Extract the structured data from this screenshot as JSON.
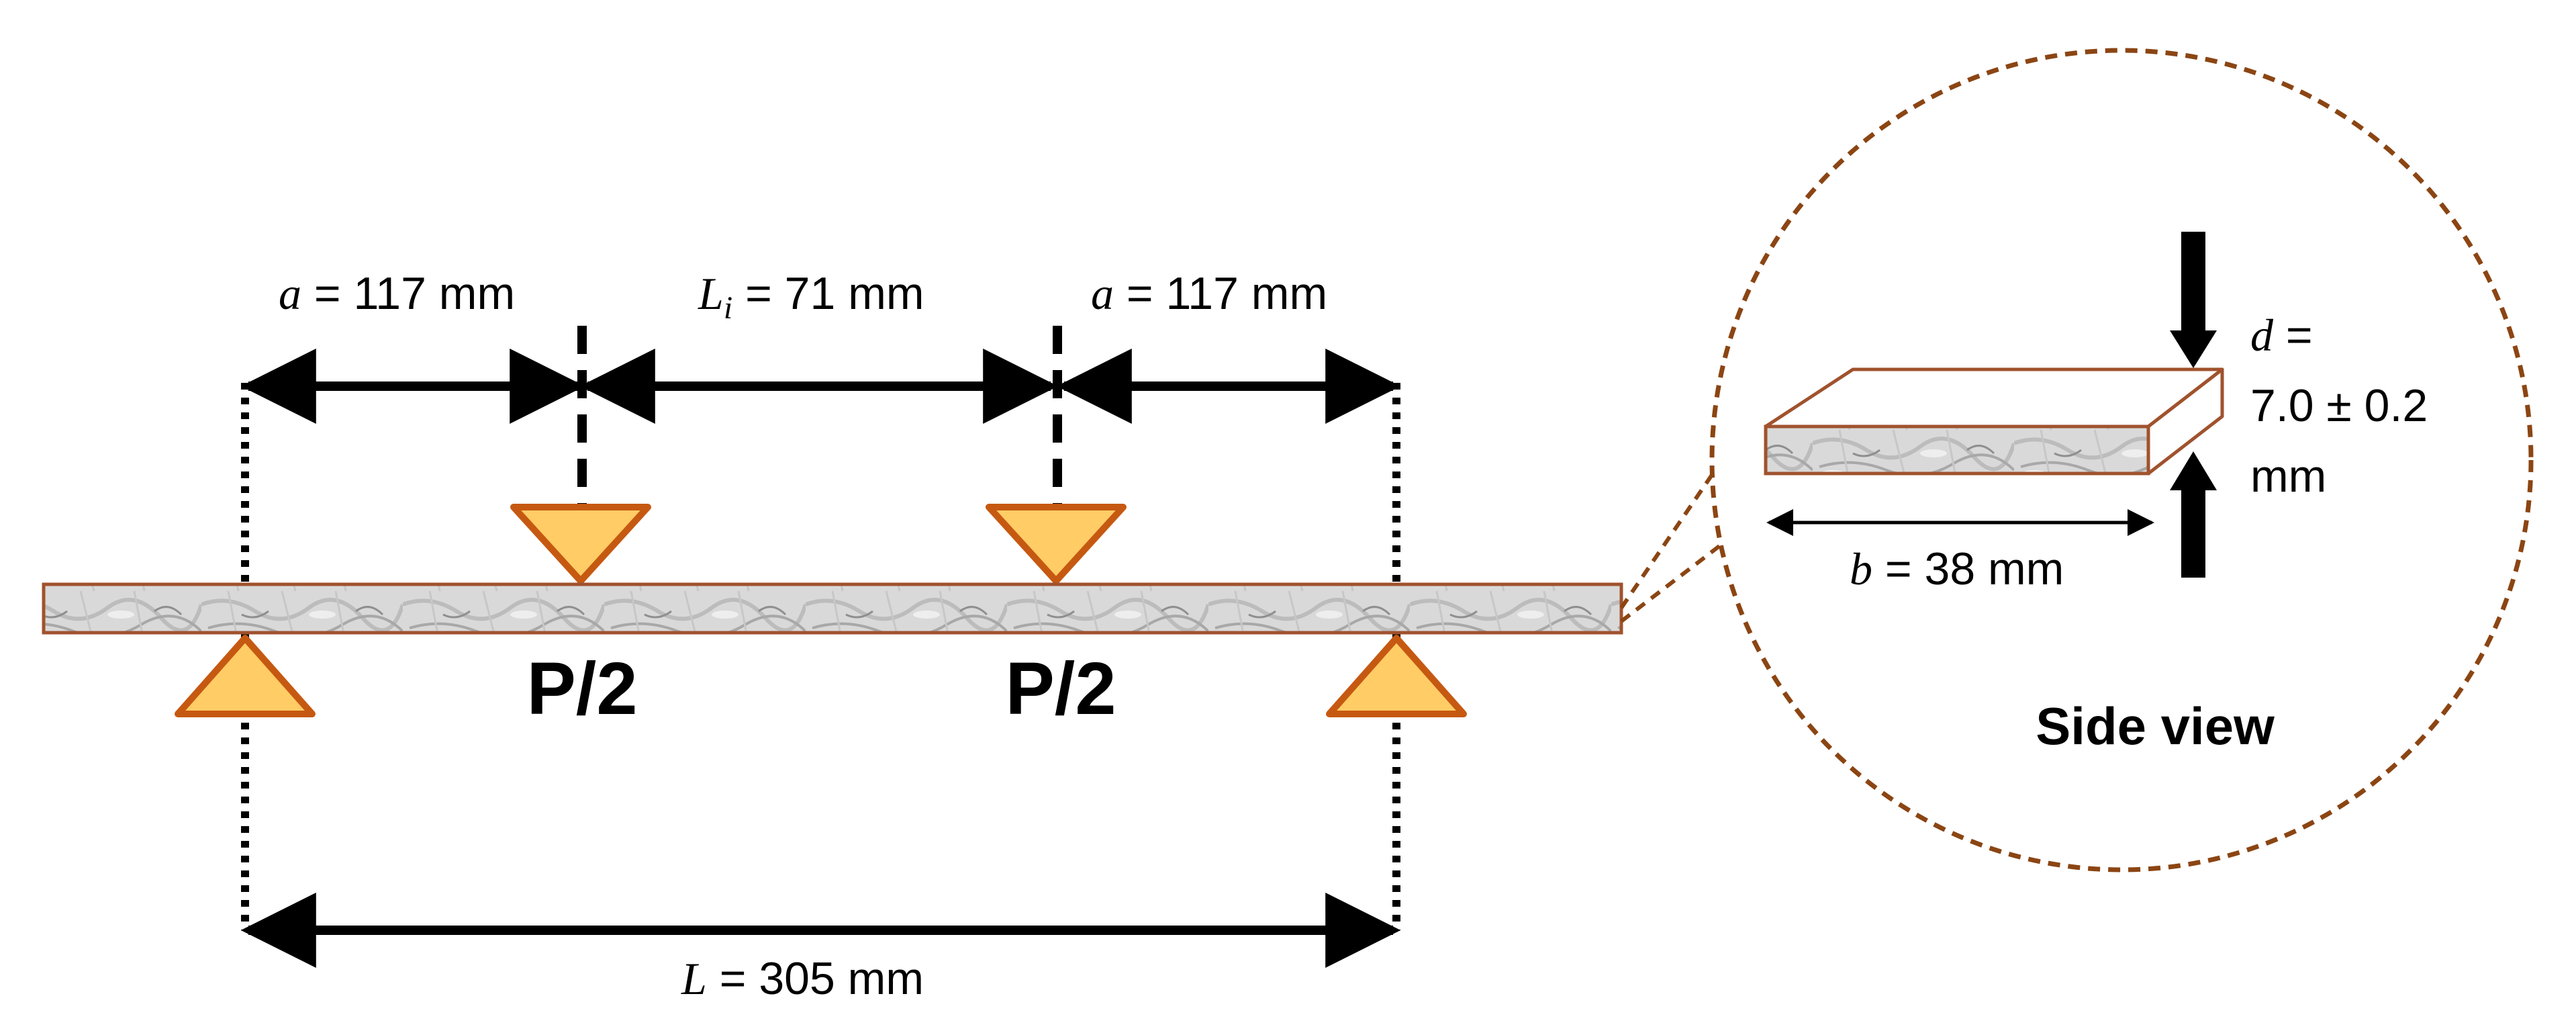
{
  "front_view": {
    "dim_a_left": {
      "symbol": "a",
      "value_text": " = 117 mm"
    },
    "dim_inner": {
      "symbol": "L",
      "subscript": "i",
      "value_text": " = 71 mm"
    },
    "dim_a_right": {
      "symbol": "a",
      "value_text": " = 117 mm"
    },
    "load_left_label": "P/2",
    "load_right_label": "P/2",
    "span": {
      "symbol": "L",
      "value_text": " = 305 mm"
    }
  },
  "side_view": {
    "title": "Side view",
    "width": {
      "symbol": "b",
      "value_text": " = 38 mm"
    },
    "depth": {
      "symbol": "d",
      "line1_suffix": " =",
      "line2": "7.0 ± 0.2",
      "line3": "mm"
    }
  },
  "colors": {
    "support_fill": "#FFCC66",
    "support_stroke": "#C65911",
    "beam_stroke": "#A0522D",
    "circle_stroke": "#8B4513",
    "marble_base": "#D8D8D8"
  }
}
